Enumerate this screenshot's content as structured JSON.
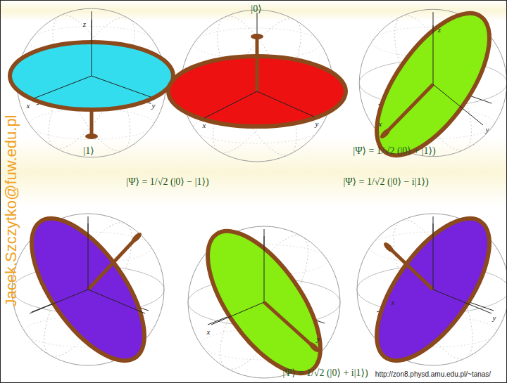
{
  "diagram": {
    "labels": [
      "|0⟩",
      "|1⟩",
      "|Ψ⟩ = 1/√2 (|0⟩ + |1⟩)",
      "|Ψ⟩ = 1/√2 (|0⟩ − |1⟩)",
      "|Ψ⟩ = 1/√2 (|0⟩ − i|1⟩)",
      "|Ψ⟩ = 1/√2 (|0⟩ + i|1⟩)",
      "Jacek.Szczytko@fuw.edu.pl",
      "http://zon8.physd.amu.edu.pl/~tanas/",
      "z",
      "x",
      "y",
      "x",
      "y",
      "z",
      "x",
      "y",
      "x",
      "y",
      "x",
      "y"
    ]
  }
}
